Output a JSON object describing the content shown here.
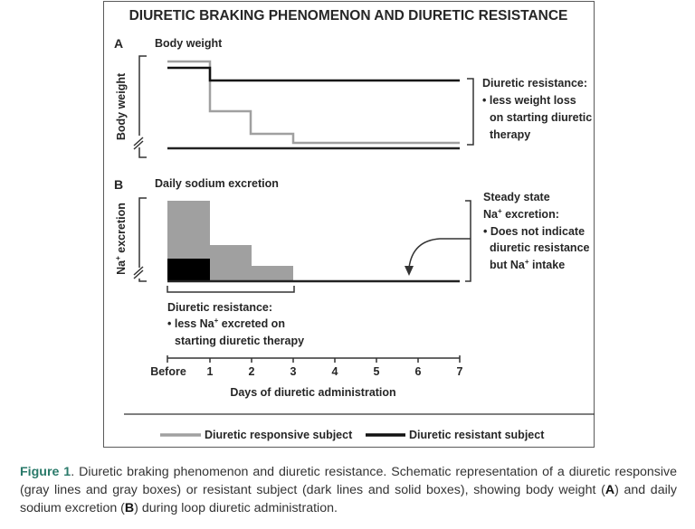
{
  "figure": {
    "title": "DIURETIC BRAKING PHENOMENON AND DIURETIC RESISTANCE",
    "panel_a": {
      "letter": "A",
      "heading": "Body weight",
      "ylabel": "Body weight",
      "annotation": {
        "line1": "Diuretic resistance:",
        "line2": "• less weight loss",
        "line3": "on starting diuretic",
        "line4": "therapy"
      }
    },
    "panel_b": {
      "letter": "B",
      "heading": "Daily sodium excretion",
      "ylabel_main": "Na",
      "ylabel_sup": "+",
      "ylabel_rest": " excretion",
      "annotation_right": {
        "line1": "Steady state",
        "line2_a": "Na",
        "line2_sup": "+",
        "line2_b": " excretion:",
        "line3": "• Does not indicate",
        "line4": "diuretic resistance",
        "line5_a": "but Na",
        "line5_sup": "+",
        "line5_b": " intake"
      },
      "annotation_bottom": {
        "line1": "Diuretic resistance:",
        "line2_a": "• less Na",
        "line2_sup": "+",
        "line2_b": " excreted on",
        "line3": "starting diuretic therapy"
      }
    },
    "xaxis": {
      "ticks": [
        "Before",
        "1",
        "2",
        "3",
        "4",
        "5",
        "6",
        "7"
      ],
      "label": "Days of diuretic administration"
    },
    "legend": {
      "responsive": "Diuretic responsive subject",
      "resistant": "Diuretic resistant subject"
    },
    "colors": {
      "responsive": "#a0a0a0",
      "resistant": "#111111",
      "frame": "#5a5a5a",
      "caption_accent": "#2a7a6a"
    }
  },
  "caption": {
    "label": "Figure 1",
    "text_1": ". Diuretic braking phenomenon and diuretic resistance. Schematic representation of a diuretic responsive (gray lines and gray boxes) or resistant subject (dark lines and solid boxes), showing body weight (",
    "bold_a": "A",
    "text_2": ") and daily sodium excretion (",
    "bold_b": "B",
    "text_3": ") during loop diuretic administration."
  },
  "chart_data": [
    {
      "type": "line",
      "title": "Body weight",
      "xlabel": "Days of diuretic administration",
      "ylabel": "Body weight",
      "categories": [
        "Before",
        "1",
        "2",
        "3",
        "4",
        "5",
        "6",
        "7"
      ],
      "series": [
        {
          "name": "Diuretic responsive subject",
          "values": [
            100,
            70,
            55,
            45,
            45,
            45,
            45,
            45
          ],
          "note": "relative schematic (step)"
        },
        {
          "name": "Diuretic resistant subject",
          "values": [
            93,
            80,
            80,
            80,
            80,
            80,
            80,
            80
          ],
          "note": "relative schematic (step)"
        }
      ],
      "annotations": [
        "Diuretic resistance: less weight loss on starting diuretic therapy"
      ]
    },
    {
      "type": "bar",
      "title": "Daily sodium excretion",
      "xlabel": "Days of diuretic administration",
      "ylabel": "Na+ excretion",
      "categories": [
        "Day 1",
        "Day 2",
        "Day 3",
        "Days 4-7"
      ],
      "series": [
        {
          "name": "Diuretic responsive subject",
          "values": [
            100,
            45,
            19,
            0
          ],
          "note": "relative schematic above steady state"
        },
        {
          "name": "Diuretic resistant subject",
          "values": [
            28,
            0,
            0,
            0
          ],
          "note": "relative schematic above steady state"
        }
      ],
      "annotations": [
        "Diuretic resistance: less Na+ excreted on starting diuretic therapy",
        "Steady state Na+ excretion: Does not indicate diuretic resistance but Na+ intake"
      ]
    }
  ]
}
